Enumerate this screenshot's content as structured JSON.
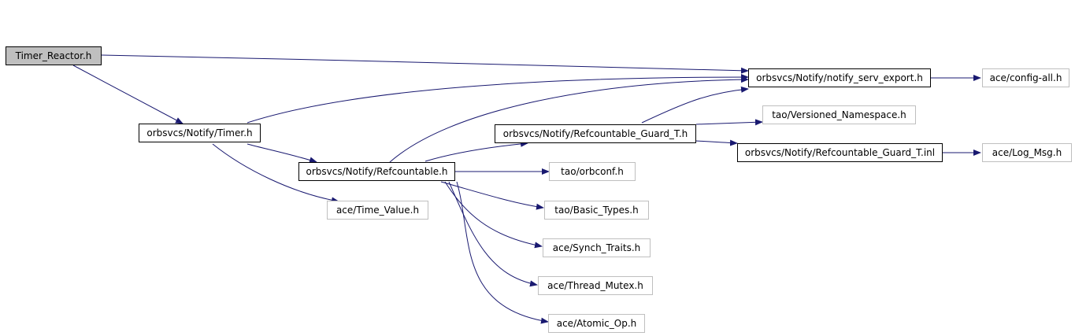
{
  "graph": {
    "nodes": {
      "timer_reactor": "Timer_Reactor.h",
      "notify_timer": "orbsvcs/Notify/Timer.h",
      "notify_serv_export": "orbsvcs/Notify/notify_serv_export.h",
      "config_all": "ace/config-all.h",
      "refcountable": "orbsvcs/Notify/Refcountable.h",
      "time_value": "ace/Time_Value.h",
      "refcountable_guard": "orbsvcs/Notify/Refcountable_Guard_T.h",
      "orbconf": "tao/orbconf.h",
      "basic_types": "tao/Basic_Types.h",
      "synch_traits": "ace/Synch_Traits.h",
      "thread_mutex": "ace/Thread_Mutex.h",
      "atomic_op": "ace/Atomic_Op.h",
      "versioned_namespace": "tao/Versioned_Namespace.h",
      "refcountable_guard_inl": "orbsvcs/Notify/Refcountable_Guard_T.inl",
      "log_msg": "ace/Log_Msg.h"
    },
    "edge_color": "#191970"
  }
}
